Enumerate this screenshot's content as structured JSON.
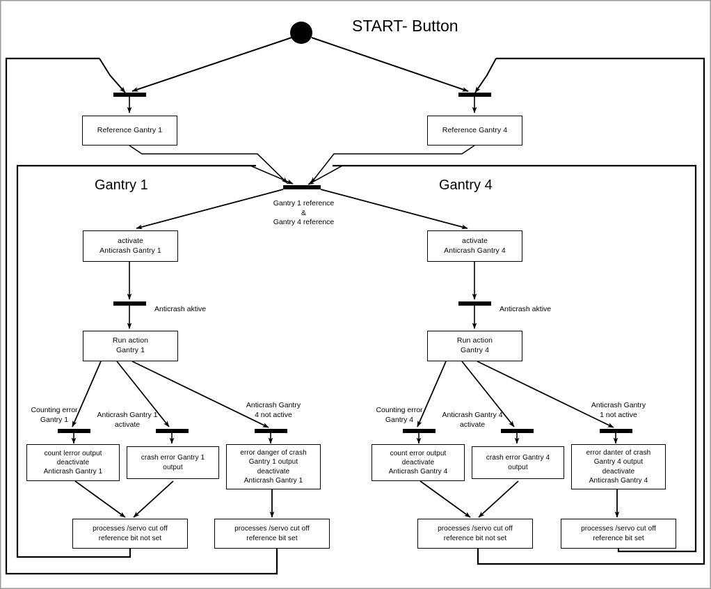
{
  "diagram": {
    "title": "START- Button",
    "zones": [
      {
        "id": "gantry1",
        "label": "Gantry 1"
      },
      {
        "id": "gantry4",
        "label": "Gantry 4"
      }
    ],
    "start_place": "start-button-place",
    "nodes": [
      {
        "id": "ref_g1",
        "lines": [
          "Reference Gantry 1"
        ]
      },
      {
        "id": "ref_g4",
        "lines": [
          "Reference Gantry 4"
        ]
      },
      {
        "id": "act_g1",
        "lines": [
          "activate",
          "Anticrash Gantry 1"
        ]
      },
      {
        "id": "act_g4",
        "lines": [
          "activate",
          "Anticrash Gantry 4"
        ]
      },
      {
        "id": "run_g1",
        "lines": [
          "Run action",
          "Gantry 1"
        ]
      },
      {
        "id": "run_g4",
        "lines": [
          "Run action",
          "Gantry 4"
        ]
      },
      {
        "id": "cnt_err_g1",
        "lines": [
          "count lerror output",
          "deactivate",
          "Anticrash Gantry 1"
        ]
      },
      {
        "id": "crash_err_g1",
        "lines": [
          "crash error Gantry 1",
          "output"
        ]
      },
      {
        "id": "danger_g1",
        "lines": [
          "error danger of crash",
          "Gantry 1 output",
          "deactivate",
          "Anticrash Gantry 1"
        ]
      },
      {
        "id": "cnt_err_g4",
        "lines": [
          "count error output",
          "deactivate",
          "Anticrash Gantry 4"
        ]
      },
      {
        "id": "crash_err_g4",
        "lines": [
          "crash error Gantry 4",
          "output"
        ]
      },
      {
        "id": "danger_g4",
        "lines": [
          "error danter of crash",
          "Gantry 4 output",
          "deactivate",
          "Anticrash Gantry 4"
        ]
      },
      {
        "id": "proc_g1_not",
        "lines": [
          "processes /servo cut off",
          "reference bit not set"
        ]
      },
      {
        "id": "proc_g1_set",
        "lines": [
          "processes /servo cut off",
          "reference bit set"
        ]
      },
      {
        "id": "proc_g4_not",
        "lines": [
          "processes /servo cut off",
          "reference bit not set"
        ]
      },
      {
        "id": "proc_g4_set",
        "lines": [
          "processes /servo cut off",
          "reference bit set"
        ]
      }
    ],
    "transition_labels": [
      {
        "id": "t_center",
        "text": "Gantry 1 reference\n&\nGantry 4 reference"
      },
      {
        "id": "t_anti_g1",
        "text": "Anticrash aktive"
      },
      {
        "id": "t_anti_g4",
        "text": "Anticrash aktive"
      },
      {
        "id": "t_cnt_g1",
        "text": "Counting error\nGantry 1"
      },
      {
        "id": "t_act_g1",
        "text": "Anticrash Gantry 1\nactivate"
      },
      {
        "id": "t_nact_g1",
        "text": "Anticrash Gantry\n4 not active"
      },
      {
        "id": "t_cnt_g4",
        "text": "Counting error\nGantry 4"
      },
      {
        "id": "t_act_g4",
        "text": "Anticrash Gantry 4\nactivate"
      },
      {
        "id": "t_nact_g4",
        "text": "Anticrash Gantry\n1 not active"
      }
    ],
    "colors": {
      "stroke": "#000000",
      "background": "#ffffff",
      "border": "#9a9a9a"
    }
  }
}
